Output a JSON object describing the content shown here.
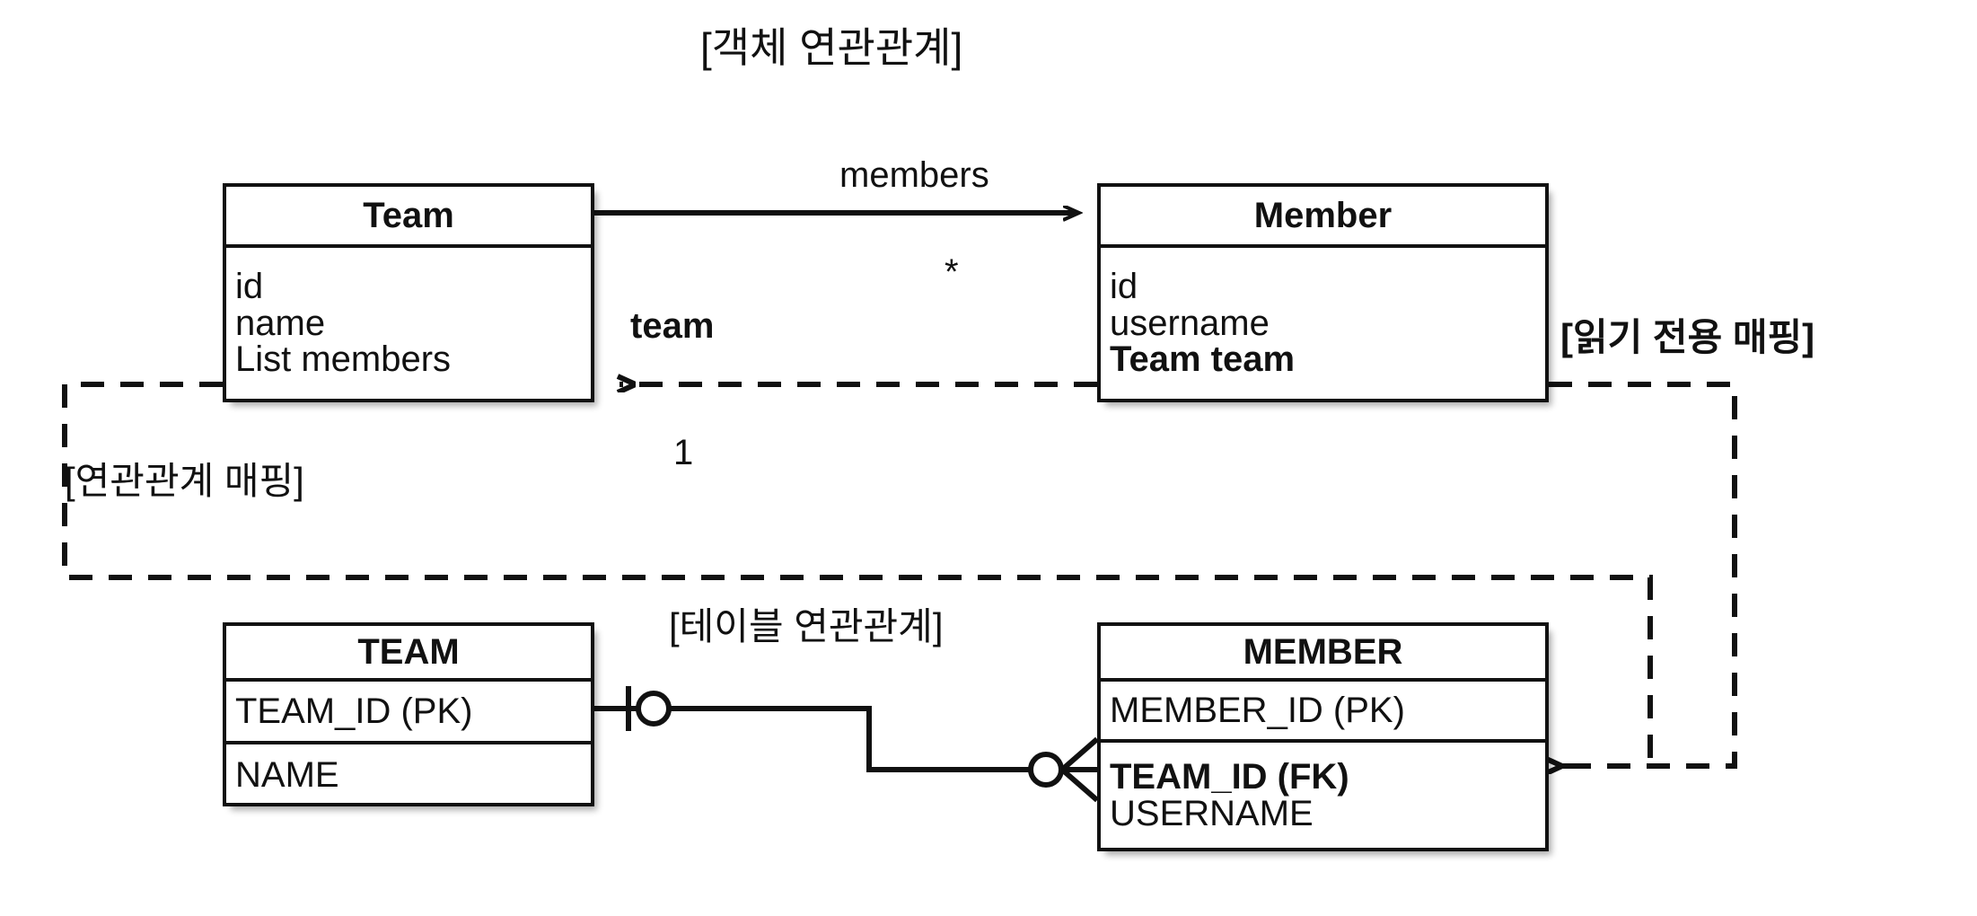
{
  "diagram": {
    "title": "[객체 연관관계]",
    "table_section_title": "[테이블 연관관계]",
    "left_annotation": "[연관관계 매핑]",
    "right_annotation": "[읽기 전용 매핑]",
    "colors": {
      "stroke": "#111111",
      "background": "#ffffff"
    }
  },
  "object_model": {
    "team_class": {
      "name": "Team",
      "fields": [
        "id",
        "name",
        "List members"
      ],
      "bold_fields": []
    },
    "member_class": {
      "name": "Member",
      "fields": [
        "id",
        "username",
        "Team team"
      ],
      "bold_fields": [
        "Team team"
      ]
    },
    "associations": [
      {
        "label": "members",
        "multiplicity": "*",
        "from": "Team",
        "to": "Member",
        "style": "solid",
        "direction": "right",
        "bold_label": false
      },
      {
        "label": "team",
        "multiplicity": "1",
        "from": "Member",
        "to": "Team",
        "style": "dashed",
        "direction": "left",
        "bold_label": true
      }
    ]
  },
  "table_model": {
    "team_table": {
      "name": "TEAM",
      "rows": [
        {
          "columns": [
            "TEAM_ID (PK)"
          ],
          "bold": []
        },
        {
          "columns": [
            "NAME"
          ],
          "bold": []
        }
      ]
    },
    "member_table": {
      "name": "MEMBER",
      "rows": [
        {
          "columns": [
            "MEMBER_ID (PK)"
          ],
          "bold": []
        },
        {
          "columns": [
            "TEAM_ID (FK)",
            "USERNAME"
          ],
          "bold": [
            "TEAM_ID (FK)"
          ]
        }
      ]
    },
    "relationship": {
      "from": "TEAM",
      "to": "MEMBER",
      "from_cardinality": "one-and-only-one",
      "to_cardinality": "zero-or-many",
      "notation": "crows-foot"
    }
  },
  "icons": {
    "solid_arrow": "solid-arrow-icon",
    "dashed_arrow": "dashed-arrow-icon",
    "crows_foot": "crows-foot-icon",
    "one_tick": "one-tick-icon",
    "zero_circle": "zero-circle-icon"
  }
}
